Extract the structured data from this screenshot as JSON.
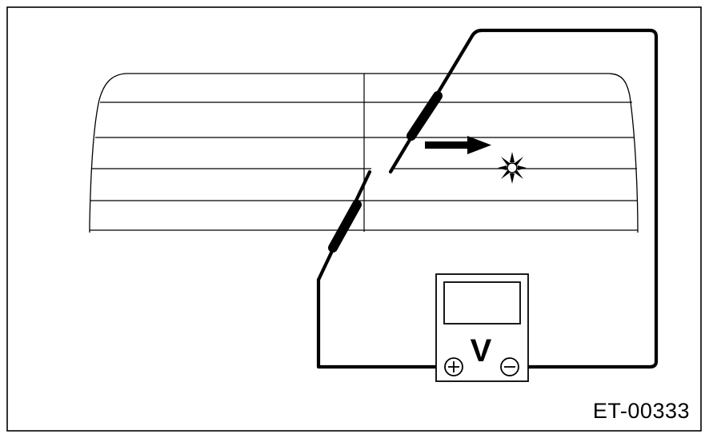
{
  "diagram": {
    "figure_code": "ET-00333",
    "meter_label": "V",
    "positive_terminal": "+",
    "negative_terminal": "−",
    "colors": {
      "line": "#000000",
      "background": "#ffffff"
    },
    "elements": [
      "rear-window-glass",
      "defogger-grid-lines",
      "voltmeter",
      "positive-probe",
      "negative-probe",
      "direction-arrow",
      "break-point-spark-icon"
    ]
  }
}
